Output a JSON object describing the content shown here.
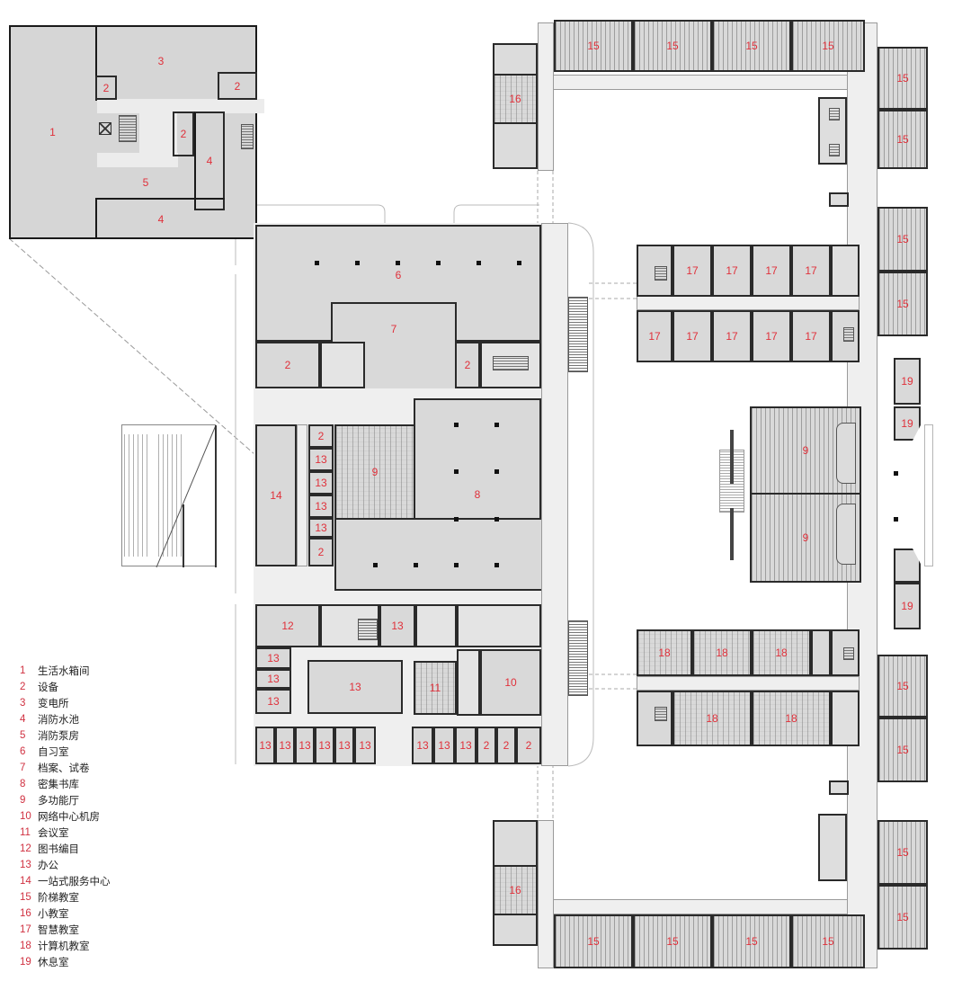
{
  "diagram": {
    "type": "architectural-floor-plan",
    "label_color": "#e0303a",
    "room_fill": "#d9d9d9",
    "wall_color": "#2a2a2a",
    "corridor_fill": "#efefef"
  },
  "inset": {
    "title": "basement-detail",
    "rooms": [
      {
        "id": "1",
        "label": "1"
      },
      {
        "id": "2a",
        "label": "2"
      },
      {
        "id": "3",
        "label": "3"
      },
      {
        "id": "2b",
        "label": "2"
      },
      {
        "id": "2c",
        "label": "2"
      },
      {
        "id": "4a",
        "label": "4"
      },
      {
        "id": "5",
        "label": "5"
      },
      {
        "id": "4b",
        "label": "4"
      }
    ]
  },
  "library": {
    "rooms": {
      "r6": "6",
      "r7": "7",
      "r2a": "2",
      "r2b": "2",
      "r14": "14",
      "r2c": "2",
      "r13a": "13",
      "r13b": "13",
      "r13c": "13",
      "r13d": "13",
      "r2d": "2",
      "r9": "9",
      "r8": "8",
      "r12": "12",
      "r13e": "13",
      "r13f": "13",
      "r13g": "13",
      "r13h": "13",
      "r13big": "13",
      "r11": "11",
      "r10": "10",
      "bottom_row": [
        "13",
        "13",
        "13",
        "13",
        "13",
        "13",
        "13",
        "13",
        "13",
        "2",
        "2",
        "2"
      ]
    }
  },
  "teaching": {
    "top_row": [
      "15",
      "15",
      "15",
      "15"
    ],
    "bottom_row": [
      "15",
      "15",
      "15",
      "15"
    ],
    "right_top": [
      "15",
      "15",
      "15",
      "15"
    ],
    "right_bottom": [
      "15",
      "15",
      "15",
      "15"
    ],
    "r16_top": "16",
    "r16_bottom": "16",
    "wing17_upper": [
      "17",
      "17",
      "17",
      "17"
    ],
    "wing17_lower": [
      "17",
      "17",
      "17",
      "17",
      "17"
    ],
    "wing18_upper": [
      "18",
      "18",
      "18"
    ],
    "wing18_lower": [
      "18",
      "18"
    ],
    "auditorium": [
      "9",
      "9"
    ],
    "lounge": [
      "19",
      "19",
      "19"
    ]
  },
  "legend": {
    "items": [
      {
        "num": "1",
        "text": "生活水箱间"
      },
      {
        "num": "2",
        "text": "设备"
      },
      {
        "num": "3",
        "text": "变电所"
      },
      {
        "num": "4",
        "text": "消防水池"
      },
      {
        "num": "5",
        "text": "消防泵房"
      },
      {
        "num": "6",
        "text": "自习室"
      },
      {
        "num": "7",
        "text": "档案、试卷"
      },
      {
        "num": "8",
        "text": "密集书库"
      },
      {
        "num": "9",
        "text": "多功能厅"
      },
      {
        "num": "10",
        "text": "网络中心机房"
      },
      {
        "num": "11",
        "text": "会议室"
      },
      {
        "num": "12",
        "text": "图书编目"
      },
      {
        "num": "13",
        "text": "办公"
      },
      {
        "num": "14",
        "text": "一站式服务中心"
      },
      {
        "num": "15",
        "text": "阶梯教室"
      },
      {
        "num": "16",
        "text": "小教室"
      },
      {
        "num": "17",
        "text": "智慧教室"
      },
      {
        "num": "18",
        "text": "计算机教室"
      },
      {
        "num": "19",
        "text": "休息室"
      }
    ]
  }
}
